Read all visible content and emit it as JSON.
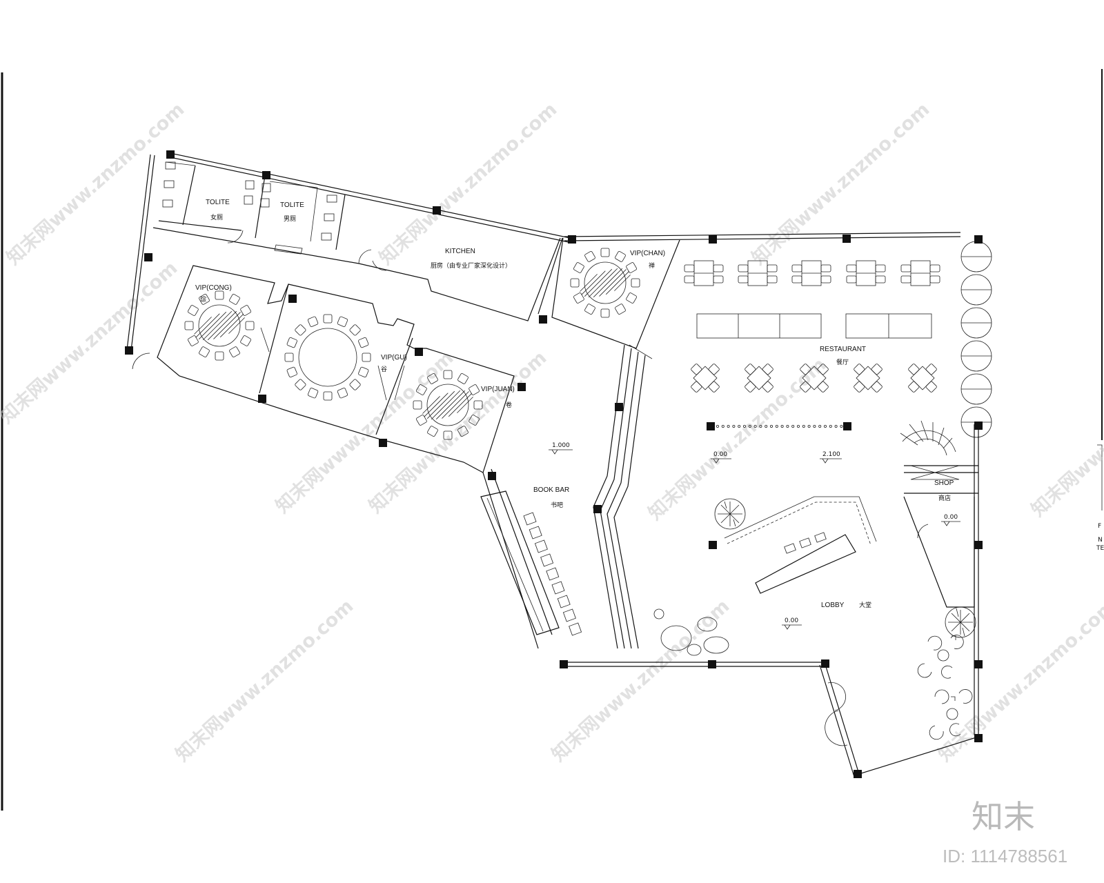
{
  "rooms": {
    "tolite_women": {
      "en": "TOLITE",
      "cn": "女厕"
    },
    "tolite_men": {
      "en": "TOLITE",
      "cn": "男厕"
    },
    "kitchen": {
      "en": "KITCHEN",
      "cn": "厨房（由专业厂家深化设计）"
    },
    "vip_chan": {
      "en": "VIP(CHAN)",
      "cn": "禅"
    },
    "vip_cong": {
      "en": "VIP(CONG)",
      "cn": "琮"
    },
    "vip_gu": {
      "en": "VIP(GU)",
      "cn": "谷"
    },
    "vip_juan": {
      "en": "VIP(JUAN)",
      "cn": "卷"
    },
    "restaurant": {
      "en": "RESTAURANT",
      "cn": "餐厅"
    },
    "book_bar": {
      "en": "BOOK BAR",
      "cn": "书吧"
    },
    "shop": {
      "en": "SHOP",
      "cn": "商店"
    },
    "lobby": {
      "en": "LOBBY",
      "cn": "大堂"
    }
  },
  "elevations": {
    "book_bar": "1.000",
    "restaurant_left": "0.00",
    "restaurant_right": "2.100",
    "shop": "0.00",
    "lobby": "0.00"
  },
  "watermark": {
    "text": "知末网www.znzmo.com",
    "logo": "知末",
    "id": "ID: 1114788561"
  },
  "edge_text": [
    "F",
    "N",
    "TE"
  ],
  "colors": {
    "line": "#111111",
    "watermark": "#c9c9c9"
  }
}
